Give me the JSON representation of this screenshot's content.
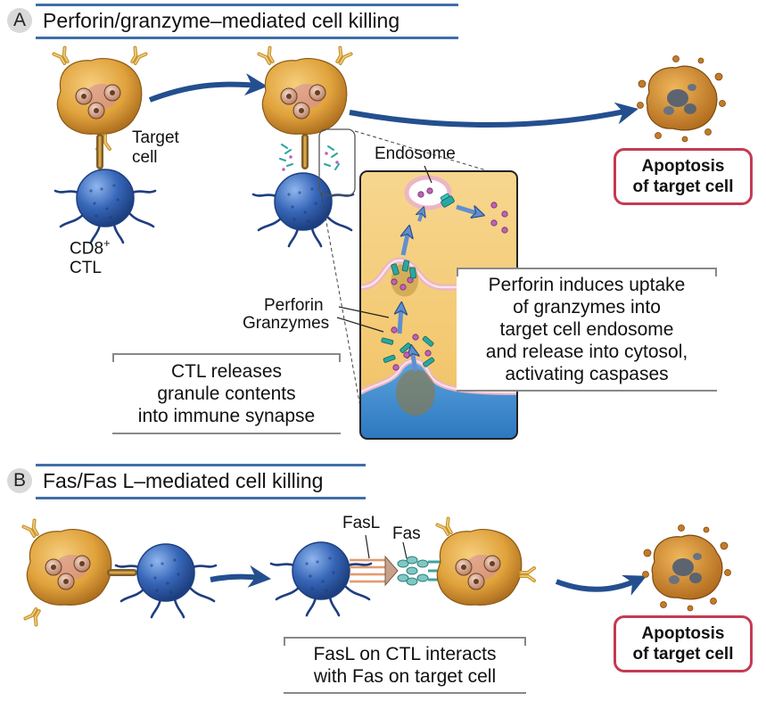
{
  "sections": [
    {
      "letter": "A",
      "title": "Perforin/granzyme–mediated cell killing"
    },
    {
      "letter": "B",
      "title": "Fas/Fas L–mediated cell killing"
    }
  ],
  "labels": {
    "target_cell": [
      "Target",
      "cell"
    ],
    "cd8_ctl": [
      "CD8",
      "+",
      "CTL"
    ],
    "endosome": "Endosome",
    "perforin": "Perforin",
    "granzymes": "Granzymes",
    "fasl": "FasL",
    "fas": "Fas"
  },
  "callouts": {
    "ctl_releases": [
      "CTL releases",
      "granule contents",
      "into immune synapse"
    ],
    "perforin_induces": [
      "Perforin induces uptake",
      "of granzymes into",
      "target cell endosome",
      "and release into cytosol,",
      "activating caspases"
    ],
    "fasl_interacts": [
      "FasL on CTL interacts",
      "with Fas on target cell"
    ]
  },
  "apoptosis_boxes": [
    [
      "Apoptosis",
      "of target cell"
    ],
    [
      "Apoptosis",
      "of target cell"
    ]
  ],
  "colors": {
    "target_cell": "#e0a23c",
    "ctl": "#3766b8",
    "arrow": "#244f8f",
    "callout_border": "#888888",
    "apoptosis_border": "#c43a52",
    "granzyme": "#c061b8",
    "perforin": "#2aa6a1",
    "header_bar": "#3f6fa8"
  }
}
